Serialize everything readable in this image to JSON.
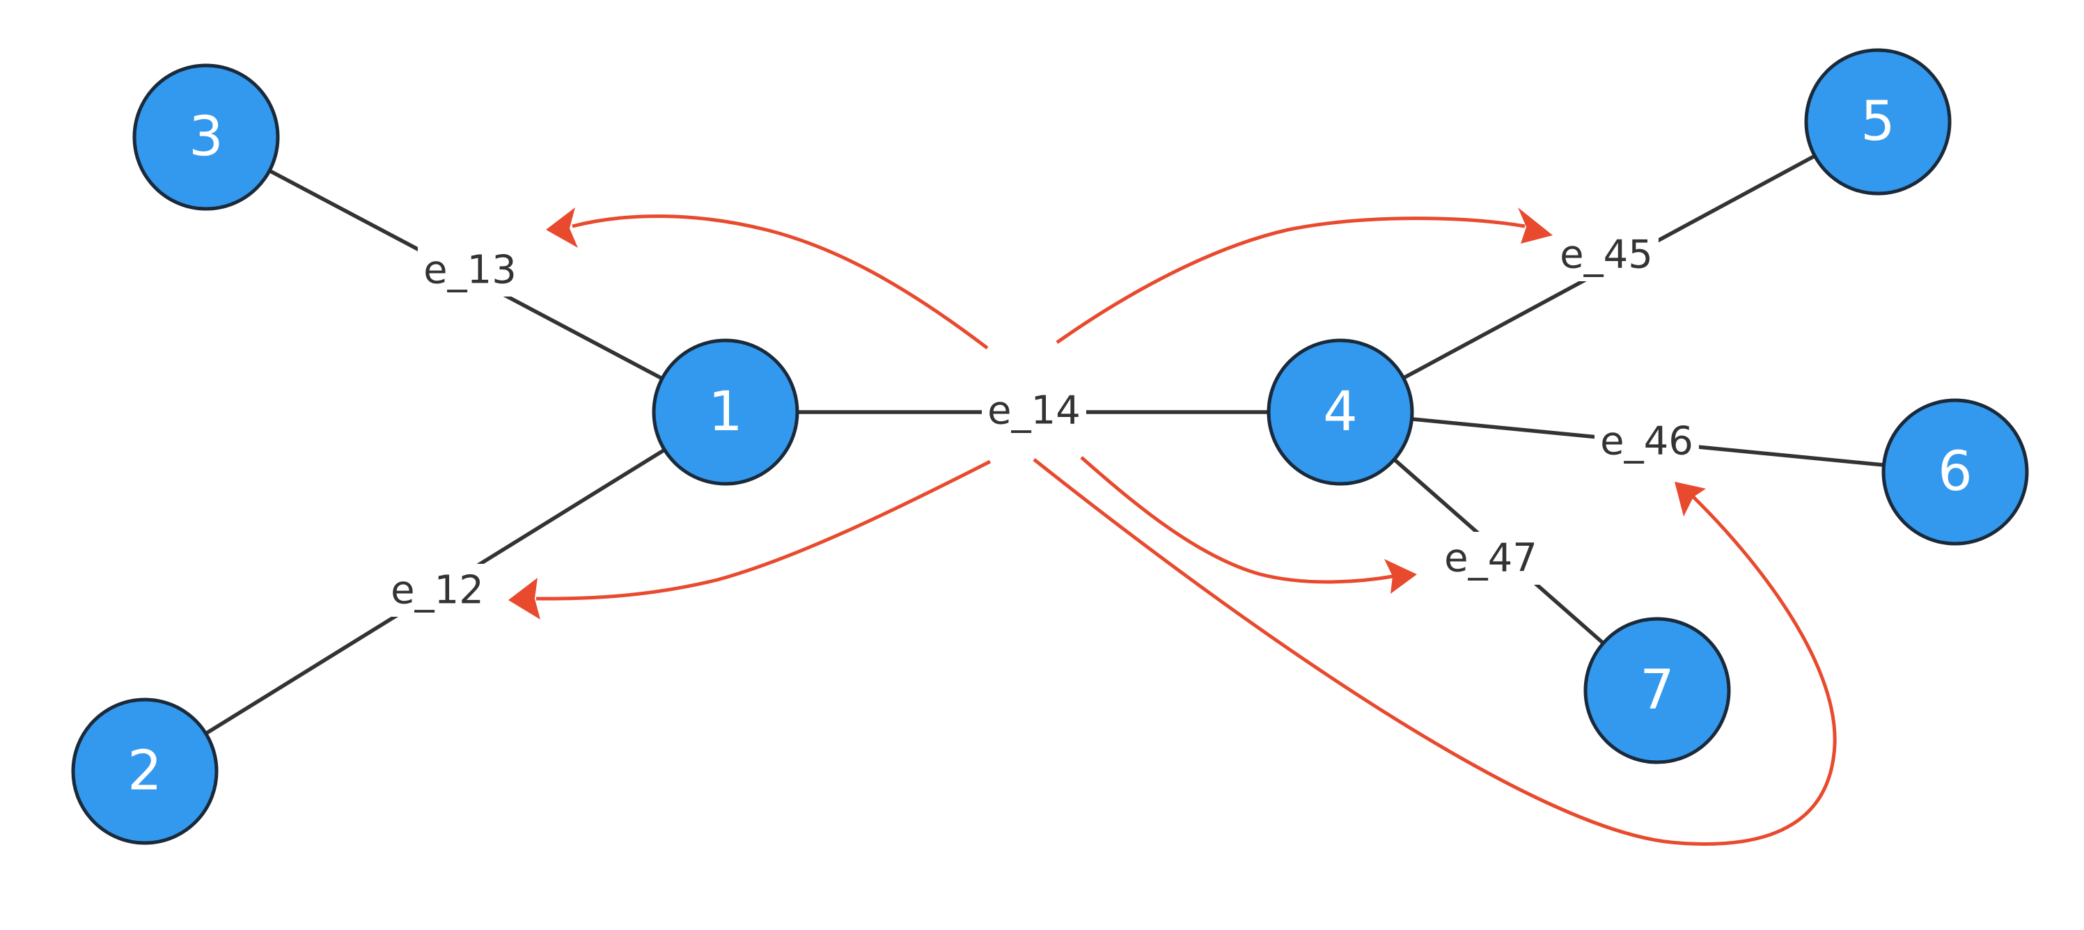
{
  "colors": {
    "node_fill": "#3399ee",
    "node_stroke": "#1a2a3a",
    "edge": "#333333",
    "arrow": "#e84a2e",
    "text": "#333333"
  },
  "nodes": [
    {
      "id": "n1",
      "label": "1"
    },
    {
      "id": "n2",
      "label": "2"
    },
    {
      "id": "n3",
      "label": "3"
    },
    {
      "id": "n4",
      "label": "4"
    },
    {
      "id": "n5",
      "label": "5"
    },
    {
      "id": "n6",
      "label": "6"
    },
    {
      "id": "n7",
      "label": "7"
    }
  ],
  "edges": [
    {
      "id": "e12",
      "label": "e_12",
      "from": "1",
      "to": "2"
    },
    {
      "id": "e13",
      "label": "e_13",
      "from": "1",
      "to": "3"
    },
    {
      "id": "e14",
      "label": "e_14",
      "from": "1",
      "to": "4"
    },
    {
      "id": "e45",
      "label": "e_45",
      "from": "4",
      "to": "5"
    },
    {
      "id": "e46",
      "label": "e_46",
      "from": "4",
      "to": "6"
    },
    {
      "id": "e47",
      "label": "e_47",
      "from": "4",
      "to": "7"
    }
  ],
  "arrows": [
    {
      "from": "e_14",
      "to": "e_13"
    },
    {
      "from": "e_14",
      "to": "e_12"
    },
    {
      "from": "e_14",
      "to": "e_45"
    },
    {
      "from": "e_14",
      "to": "e_47"
    },
    {
      "from": "e_14",
      "to": "e_46"
    }
  ]
}
